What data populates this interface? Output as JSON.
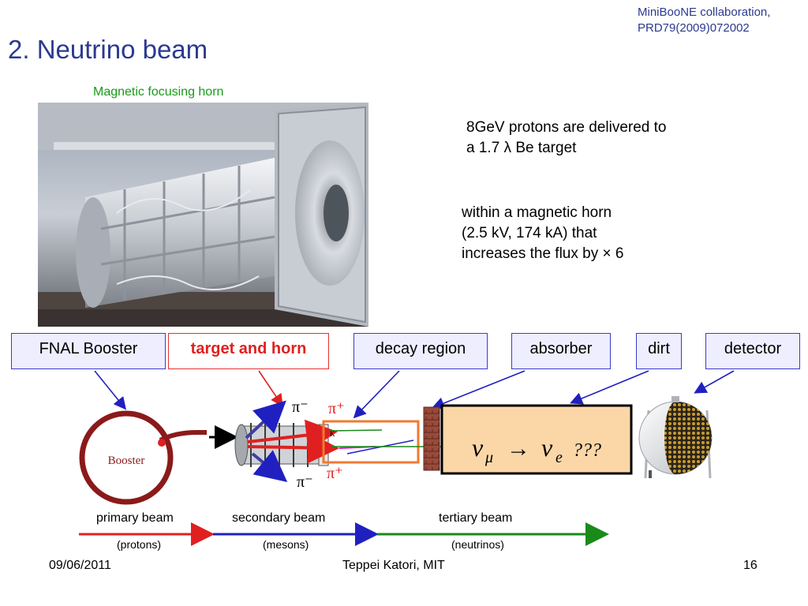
{
  "slide": {
    "title": "2. Neutrino beam",
    "reference_line1": "MiniBooNE collaboration,",
    "reference_line2": "PRD79(2009)072002",
    "photo_caption": "Magnetic focusing horn",
    "text1_line1": "8GeV protons are delivered to",
    "text1_line2": "a  1.7 λ Be target",
    "text2_line1": "within a magnetic horn",
    "text2_line2": "(2.5 kV, 174 kA) that",
    "text2_line3": "increases the flux by × 6"
  },
  "boxes": {
    "booster": "FNAL Booster",
    "target": "target and horn",
    "decay": "decay region",
    "absorber": "absorber",
    "dirt": "dirt",
    "detector": "detector"
  },
  "diagram": {
    "booster_ring_label": "Booster",
    "pi_minus": "π⁻",
    "pi_plus": "π⁺",
    "kaon": "K",
    "oscillation": "ν",
    "osc_sub_mu": "μ",
    "osc_arrow": "→",
    "osc_sub_e": "e",
    "osc_question": "???"
  },
  "beams": {
    "primary": "primary beam",
    "primary_sub": "(protons)",
    "secondary": "secondary beam",
    "secondary_sub": "(mesons)",
    "tertiary": "tertiary beam",
    "tertiary_sub": "(neutrinos)"
  },
  "colors": {
    "title": "#2b3990",
    "primary_beam": "#e02020",
    "secondary_beam": "#2020c0",
    "tertiary_beam": "#1a8a1a",
    "booster_ring": "#8b1a1a",
    "dirt_box": "#fbd7a8"
  },
  "footer": {
    "date": "09/06/2011",
    "author": "Teppei Katori, MIT",
    "page": "16"
  }
}
